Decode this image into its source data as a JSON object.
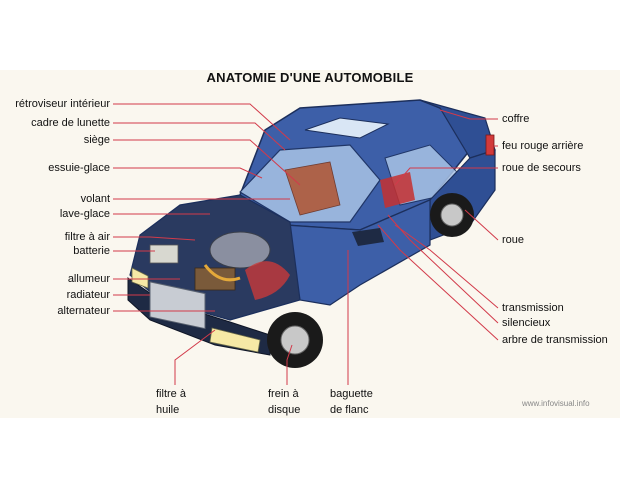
{
  "title": "ANATOMIE D'UNE AUTOMOBILE",
  "labels_left": [
    "rétroviseur intérieur",
    "cadre de lunette",
    "siège",
    "essuie-glace",
    "volant",
    "lave-glace",
    "filtre à air",
    "batterie",
    "allumeur",
    "radiateur",
    "alternateur"
  ],
  "labels_right": [
    "coffre",
    "feu rouge arrière",
    "roue de secours",
    "roue",
    "transmission",
    "silencieux",
    "arbre de transmission"
  ],
  "labels_bottom": {
    "oil_filter": [
      "filtre à",
      "huile"
    ],
    "brake": [
      "frein à",
      "disque"
    ],
    "molding": [
      "baguette",
      "de flanc"
    ]
  },
  "credit": "www.infovisual.info",
  "colors": {
    "body": "#3d5fa8",
    "body_dark": "#24407e",
    "leader": "#d23a4a"
  }
}
